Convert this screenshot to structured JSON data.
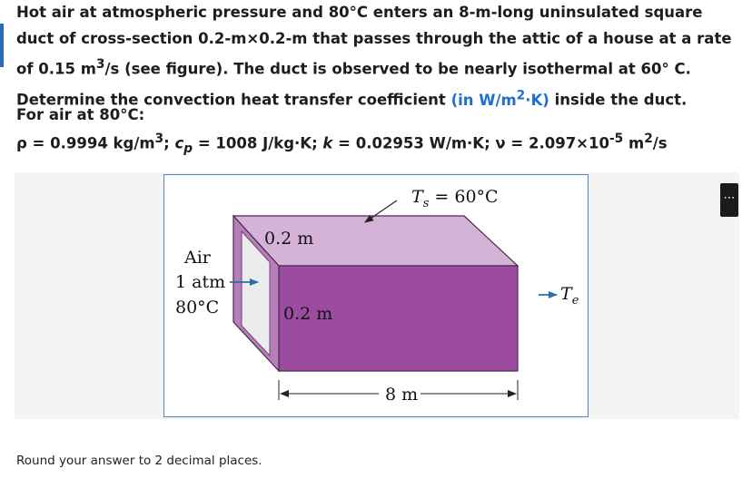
{
  "problem": {
    "part1": "Hot air at atmospheric pressure and 80°C enters an 8-m-long uninsulated square duct of cross-section 0.2-m×0.2-m that passes through the attic of a house at a rate of 0.15 m",
    "sup_flow": "3",
    "part2": "/s (see figure). The duct is observed to be nearly isothermal at 60° C. Determine the convection heat transfer coefficient ",
    "unit_hint": "(in W/m",
    "unit_sup": "2",
    "unit_end": "·K)",
    "part3": " inside the duct."
  },
  "given_label": "For air at 80°C:",
  "properties": {
    "rho_text": "ρ = 0.9994 kg/m",
    "rho_sup": "3",
    "sep1": "; ",
    "cp_sym": "c",
    "cp_sub": "p",
    "cp_text": " = 1008 J/kg·K; ",
    "k_sym": "k",
    "k_text": " = 0.02953 W/m·K; ν = 2.097×10",
    "nu_exp": "-5",
    "nu_unit": " m",
    "nu_sup": "2",
    "nu_end": "/s"
  },
  "figure": {
    "surface_temp_T": "T",
    "surface_temp_sub": "s",
    "surface_temp_val": " = 60°C",
    "height_dim": "0.2 m",
    "width_dim": "0.2 m",
    "inlet_lines": [
      "Air",
      "1 atm",
      "80°C"
    ],
    "exit_T": "T",
    "exit_sub": "e",
    "length_dim": "8 m",
    "colors": {
      "front_face": "#9b4c9e",
      "top_face": "#d5b3d7",
      "end_face": "#b87ebb",
      "opening": "#ececec",
      "arrow": "#2b6cb0"
    }
  },
  "more_button_label": "⋯",
  "instruction": "Round your answer to 2 decimal places."
}
